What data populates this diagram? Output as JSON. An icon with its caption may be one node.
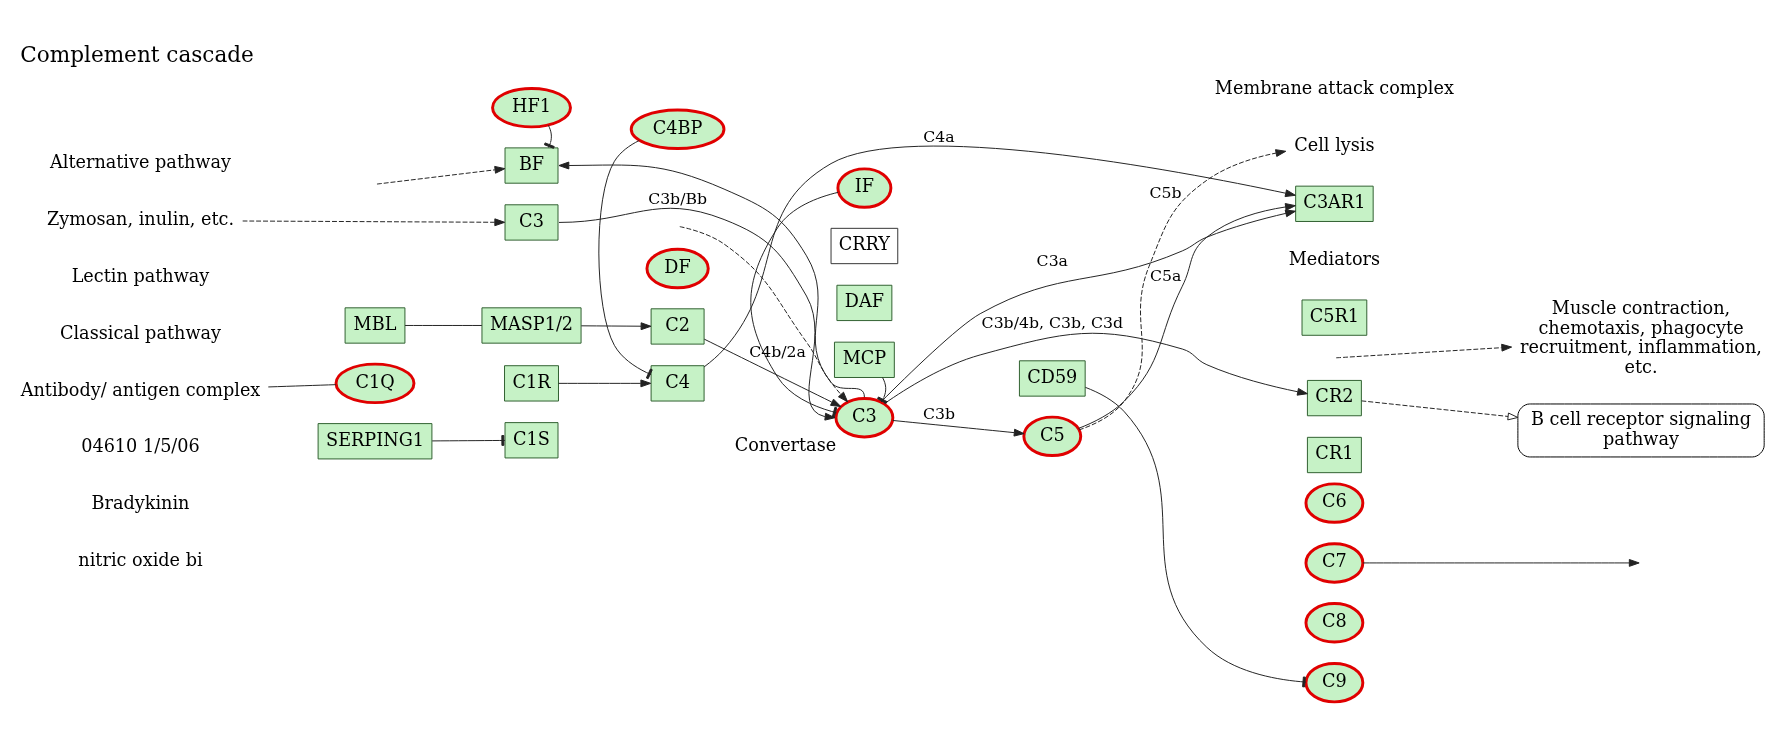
{
  "diagram": {
    "title": "Complement cascade",
    "nodes": [
      {
        "text": [
          "Zymosan, inulin, etc."
        ]
      },
      {
        "text": [
          "HF1"
        ]
      },
      {
        "text": [
          "BF"
        ]
      },
      {
        "text": [
          "C3"
        ]
      },
      {
        "text": [
          "DF"
        ]
      },
      {
        "text": [
          "IF"
        ]
      },
      {
        "text": [
          "CRRY"
        ]
      },
      {
        "text": [
          "DAF"
        ]
      },
      {
        "text": [
          "MCP"
        ]
      },
      {
        "text": [
          "C3"
        ],
        "beside": [
          "Convertase"
        ]
      },
      {
        "text": [
          "MBL"
        ]
      },
      {
        "text": [
          "MASP1/2"
        ]
      },
      {
        "text": [
          "C2"
        ]
      },
      {
        "text": [
          "C4"
        ]
      },
      {
        "text": [
          "Antibody/ antigen complex"
        ]
      },
      {
        "text": [
          "C1Q"
        ]
      },
      {
        "text": [
          "C1R"
        ]
      },
      {
        "text": [
          "C1S"
        ]
      },
      {
        "text": [
          "SERPING1"
        ]
      },
      {
        "text": [
          "C4BP"
        ]
      },
      {
        "text": [
          "C5"
        ]
      },
      {
        "text": [
          "CD59"
        ]
      },
      {
        "text": [
          "C6"
        ]
      },
      {
        "text": [
          "C7"
        ]
      },
      {
        "text": [
          "C8"
        ]
      },
      {
        "text": [
          "C9"
        ]
      },
      {
        "text": [
          "Cell lysis"
        ]
      },
      {
        "text": [
          "C3AR1"
        ]
      },
      {
        "text": [
          "C5R1"
        ]
      },
      {
        "text": [
          "CR2"
        ]
      },
      {
        "text": [
          "CR1"
        ]
      },
      {
        "text": [
          "Muscle contraction, chemotaxis, phagocyte recruitment, inflammation, etc."
        ]
      },
      {
        "text": [
          "B cell receptor signaling pathway"
        ]
      }
    ],
    "edges": [
      {
        "from": null,
        "to": 2,
        "arrow": "to",
        "style": "dashed"
      },
      {
        "from": 0,
        "to": 3,
        "arrow": "to",
        "style": "dashed"
      },
      {
        "from": 1,
        "to": 2,
        "arrow": "other"
      },
      {
        "from": 3,
        "to": 9,
        "arrow": "to",
        "label": "C3b/Bb"
      },
      {
        "from": 9,
        "to": 2,
        "arrow": "to"
      },
      {
        "from": null,
        "to": 9,
        "arrow": "to",
        "style": "dashed"
      },
      {
        "from": 5,
        "to": 9,
        "arrow": "other"
      },
      {
        "from": 8,
        "to": 9,
        "arrow": "other"
      },
      {
        "from": 10,
        "to": 11,
        "arrow": "none"
      },
      {
        "from": 11,
        "to": 12,
        "arrow": "to"
      },
      {
        "from": 16,
        "to": 13,
        "arrow": "to"
      },
      {
        "from": 14,
        "to": 15,
        "arrow": "none"
      },
      {
        "from": 18,
        "to": 17,
        "arrow": "other"
      },
      {
        "from": 19,
        "to": 13,
        "arrow": "other"
      },
      {
        "from": 12,
        "to": 9,
        "arrow": "to",
        "label": "C4b/2a"
      },
      {
        "from": 9,
        "to": 20,
        "arrow": "to",
        "label": "C3b"
      },
      {
        "from": 20,
        "to": 26,
        "arrow": "to",
        "style": "dashed",
        "label": "C5b"
      },
      {
        "from": 21,
        "to": 25,
        "arrow": "other"
      },
      {
        "from": 23,
        "to": null,
        "arrow": "to"
      },
      {
        "from": 13,
        "to": 27,
        "arrow": "to",
        "label": "C4a"
      },
      {
        "from": 9,
        "to": 27,
        "arrow": "to",
        "label": "C3a"
      },
      {
        "from": 20,
        "to": 27,
        "arrow": "to",
        "label": "C5a"
      },
      {
        "from": 9,
        "to": 29,
        "arrow": "to",
        "label": "C3b/4b, C3b, C3d"
      },
      {
        "from": null,
        "to": 31,
        "arrow": "to",
        "style": "dashed"
      },
      {
        "from": 29,
        "to": 32,
        "arrow": "to",
        "style": "dashed"
      }
    ],
    "labels": [
      "Bradykinin",
      "nitric oxide bi",
      "Alternative pathway",
      "Lectin pathway",
      "Classical pathway",
      "Membrane attack complex",
      "Mediators",
      "04610 1/5/06"
    ]
  }
}
